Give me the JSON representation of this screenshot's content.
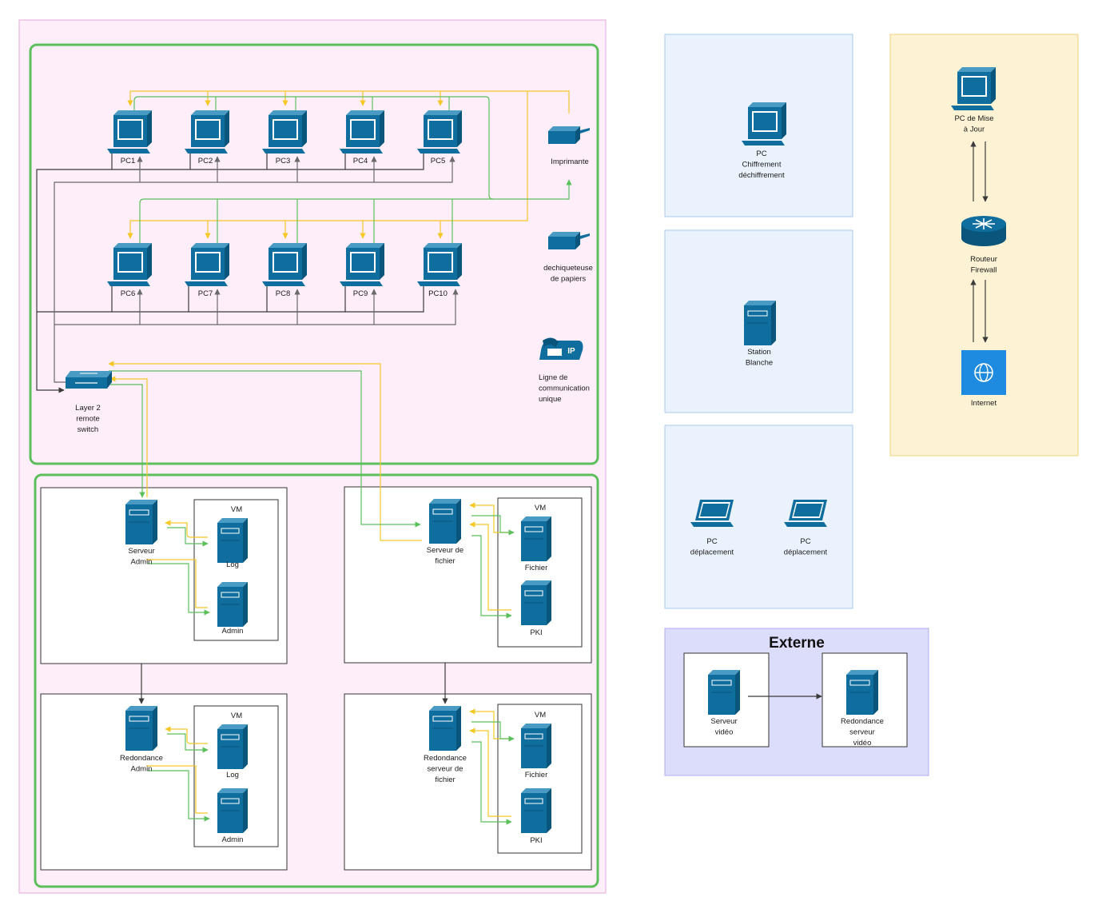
{
  "colors": {
    "zone_pink": "#fdeefa",
    "zone_pink_border": "#e6a8dc",
    "zone_green_border": "#5cbf5c",
    "zone_blue": "#eaf3fd",
    "zone_blue_border": "#a9c9ef",
    "zone_yellow": "#fdf2d4",
    "zone_yellow_border": "#efd27e",
    "zone_purple": "#dcdcfb",
    "zone_purple_border": "#b0aef0",
    "device_blue": "#0f6e9e",
    "link_yellow": "#f5c828",
    "link_green": "#5cbf5c",
    "link_dark": "#3a3a3a",
    "link_gray": "#6a6a6a",
    "internet_blue": "#1e8ae0"
  },
  "pcs_row1": [
    {
      "label": "PC1",
      "icon": "desktop-pc-icon"
    },
    {
      "label": "PC2",
      "icon": "desktop-pc-icon"
    },
    {
      "label": "PC3",
      "icon": "desktop-pc-icon"
    },
    {
      "label": "PC4",
      "icon": "desktop-pc-icon"
    },
    {
      "label": "PC5",
      "icon": "desktop-pc-icon"
    }
  ],
  "pcs_row2": [
    {
      "label": "PC6",
      "icon": "desktop-pc-icon"
    },
    {
      "label": "PC7",
      "icon": "desktop-pc-icon"
    },
    {
      "label": "PC8",
      "icon": "desktop-pc-icon"
    },
    {
      "label": "PC9",
      "icon": "desktop-pc-icon"
    },
    {
      "label": "PC10",
      "icon": "desktop-pc-icon"
    }
  ],
  "printer": {
    "label": "Imprimante",
    "icon": "printer-icon"
  },
  "shredder": {
    "lines": [
      "dechiqueteuse",
      "de papiers"
    ],
    "icon": "printer-icon"
  },
  "ip_phone": {
    "lines": [
      "Ligne de",
      "communication",
      "unique"
    ],
    "icon": "ip-phone-icon",
    "badge": "IP"
  },
  "switch": {
    "lines": [
      "Layer 2",
      "remote",
      "switch"
    ],
    "icon": "switch-icon"
  },
  "server_groups": [
    {
      "server_lines": [
        "Serveur",
        "Admin"
      ],
      "vm_title": "VM",
      "vms": [
        "Log",
        "Admin"
      ]
    },
    {
      "server_lines": [
        "Serveur de",
        "fichier"
      ],
      "vm_title": "VM",
      "vms": [
        "Fichier",
        "PKI"
      ]
    },
    {
      "server_lines": [
        "Redondance",
        "Admin"
      ],
      "vm_title": "VM",
      "vms": [
        "Log",
        "Admin"
      ]
    },
    {
      "server_lines": [
        "Redondance",
        "serveur de",
        "fichier"
      ],
      "vm_title": "VM",
      "vms": [
        "Fichier",
        "PKI"
      ]
    }
  ],
  "blue_zones": {
    "chiffrement": {
      "lines": [
        "PC",
        "Chiffrement",
        "déchiffrement"
      ],
      "icon": "desktop-pc-icon"
    },
    "station": {
      "lines": [
        "Station",
        "Blanche"
      ],
      "icon": "server-icon"
    },
    "deplacement": [
      {
        "lines": [
          "PC",
          "déplacement"
        ],
        "icon": "laptop-icon"
      },
      {
        "lines": [
          "PC",
          "déplacement"
        ],
        "icon": "laptop-icon"
      }
    ]
  },
  "update_zone": {
    "pc": {
      "lines": [
        "PC de Mise",
        "à Jour"
      ],
      "icon": "desktop-pc-icon"
    },
    "router": {
      "lines": [
        "Routeur",
        "Firewall"
      ],
      "icon": "router-icon"
    },
    "internet": {
      "label": "Internet",
      "icon": "globe-icon"
    }
  },
  "externe": {
    "title": "Externe",
    "video_server": {
      "lines": [
        "Serveur",
        "vidéo"
      ],
      "icon": "server-icon"
    },
    "video_backup": {
      "lines": [
        "Redondance",
        "serveur",
        "vidéo"
      ],
      "icon": "server-icon"
    }
  }
}
